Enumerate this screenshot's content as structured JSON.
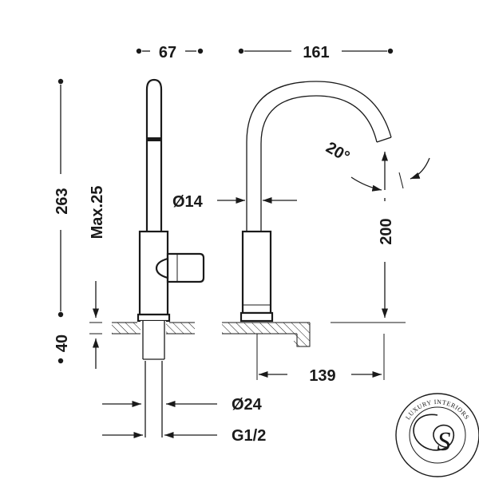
{
  "dimensions": {
    "width_side": "67",
    "reach": "161",
    "total_height": "263",
    "max_deck": "Max.25",
    "below_deck": "40",
    "spout_dia": "Ø14",
    "angle": "20°",
    "spout_height": "200",
    "base_reach": "139",
    "tail_dia": "Ø24",
    "thread": "G1/2"
  },
  "logo": {
    "text": "LUXURY INTERIORS",
    "monogram": "S"
  }
}
